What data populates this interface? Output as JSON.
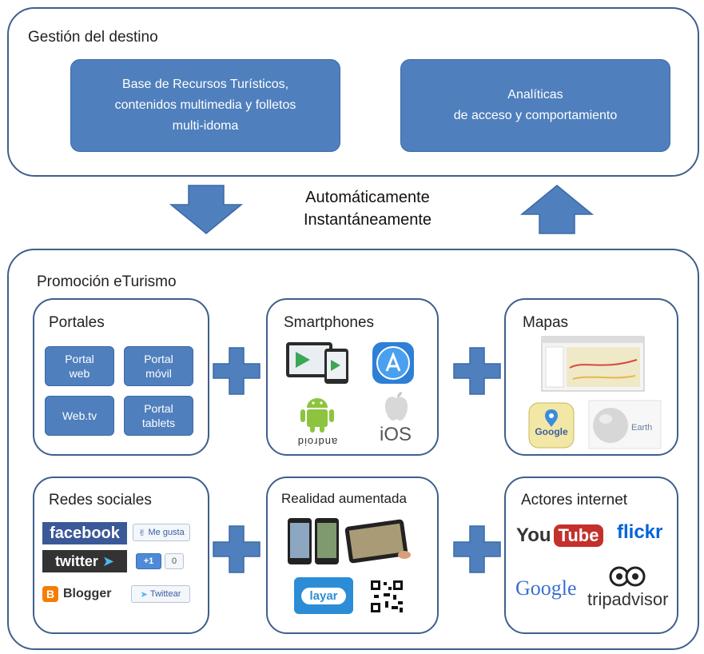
{
  "management": {
    "title": "Gestión del destino",
    "box_left": "Base de Recursos Turísticos,\ncontenidos multimedia y folletos\nmulti-idoma",
    "box_right": "Analíticas\nde acceso y comportamiento"
  },
  "flow": {
    "line1": "Automáticamente",
    "line2": "Instantáneamente"
  },
  "promotion": {
    "title": "Promoción eTurismo",
    "portales": {
      "title": "Portales",
      "items": [
        "Portal\nweb",
        "Portal\nmóvil",
        "Web.tv",
        "Portal\ntablets"
      ]
    },
    "smartphones": {
      "title": "Smartphones",
      "android": "android",
      "ios": "iOS"
    },
    "mapas": {
      "title": "Mapas",
      "google": "Google",
      "earth": "Earth"
    },
    "redes": {
      "title": "Redes sociales",
      "facebook": "facebook",
      "twitter": "twitter",
      "blogger": "Blogger",
      "me_gusta": "Me gusta",
      "plus_one": "+1",
      "count": "0",
      "twittear": "Twittear"
    },
    "realidad": {
      "title": "Realidad aumentada",
      "layar": "layar"
    },
    "actores": {
      "title": "Actores internet",
      "you": "You",
      "tube": "Tube",
      "flickr": "flickr",
      "google": "Google",
      "tripadvisor": "tripadvisor"
    }
  },
  "colors": {
    "box_blue": "#4f7fbd",
    "border_blue": "#3f5f8a",
    "arrow_blue": "#4f7fbd"
  }
}
